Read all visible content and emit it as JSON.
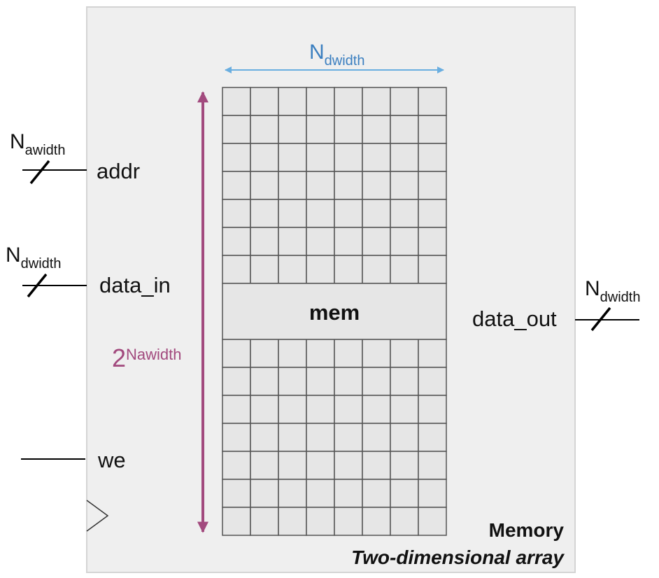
{
  "colors": {
    "box_fill": "#efefef",
    "box_stroke": "#d4d4d4",
    "cell_fill": "#e6e6e6",
    "grid_stroke": "#555555",
    "width_arrow": "#6aaee0",
    "depth_arrow": "#a24a7e",
    "wire": "#000000"
  },
  "memory": {
    "title": "Memory",
    "subtitle": "Two-dimensional array",
    "array_label": "mem",
    "columns": 8,
    "rows_above_label": 7,
    "rows_below_label": 7
  },
  "width_dimension": {
    "base": "N",
    "subscript": "dwidth"
  },
  "depth_dimension": {
    "base": "2",
    "superscript": "Nawidth"
  },
  "ports": {
    "addr": {
      "label": "addr",
      "bus_base": "N",
      "bus_subscript": "awidth"
    },
    "data_in": {
      "label": "data_in",
      "bus_base": "N",
      "bus_subscript": "dwidth"
    },
    "data_out": {
      "label": "data_out",
      "bus_base": "N",
      "bus_subscript": "dwidth"
    },
    "we": {
      "label": "we"
    }
  },
  "clock_icon": "clock-triangle-icon"
}
